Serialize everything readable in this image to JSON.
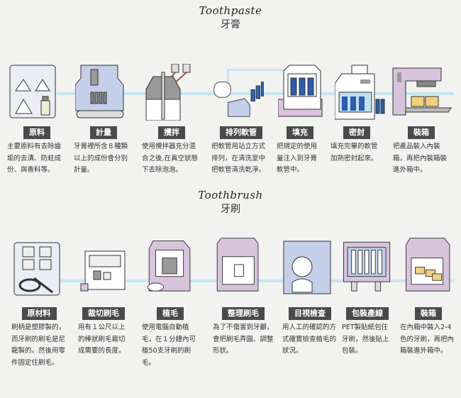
{
  "toothpaste": {
    "title_en": "Toothpaste",
    "title_zh": "牙膏",
    "steps": [
      {
        "label": "原料",
        "desc": "主要原料有去除齒垢的去漬、防蛀成份、與香料等。"
      },
      {
        "label": "計量",
        "desc": "牙膏裡所含８種類以上的成份會分別計量。"
      },
      {
        "label": "攪拌",
        "desc": "使用攪拌器充分混合之後,在真空狀態下去除泡泡。"
      },
      {
        "label": "排列軟管",
        "desc": "把軟管用站立方式排列，在清洗室中把軟管清洗乾淨。"
      },
      {
        "label": "填充",
        "desc": "把規定的使用量注入到牙膏軟管中。"
      },
      {
        "label": "密封",
        "desc": "填充完畢的軟管加熱密封起來。"
      },
      {
        "label": "裝箱",
        "desc": "把產品裝入內裝箱，再把內裝箱裝進外箱中。"
      }
    ]
  },
  "toothbrush": {
    "title_en": "Toothbrush",
    "title_zh": "牙刷",
    "steps": [
      {
        "label": "原材料",
        "desc": "刷柄是塑膠製的，而牙刷的刷毛是尼龍製的。然後用零件固定住刷毛。"
      },
      {
        "label": "裁切刷毛",
        "desc": "用有１公尺以上的棒狀刷毛裁切成需要的長度。"
      },
      {
        "label": "植毛",
        "desc": "使用電腦自動植毛，在１分鐘內可植50支牙刷的刷毛。"
      },
      {
        "label": "整理刷毛",
        "desc": "為了不傷害到牙齦，會把刷毛弄圓、調整形狀。"
      },
      {
        "label": "目視檢查",
        "desc": "用人工的確認的方式確實檢查植毛的狀況。"
      },
      {
        "label": "包裝產線",
        "desc": "PET製貼紙包住牙刷，然後貼上包裝。"
      },
      {
        "label": "裝箱",
        "desc": "在內箱中裝入2-4色的牙刷，再把內箱裝進外箱中。"
      }
    ]
  },
  "colors": {
    "label_bg": "#4a4a4a",
    "flow_line": "#c5e6f1",
    "machine_blue": "#c4d0ea",
    "machine_purple": "#d8c3dc"
  }
}
